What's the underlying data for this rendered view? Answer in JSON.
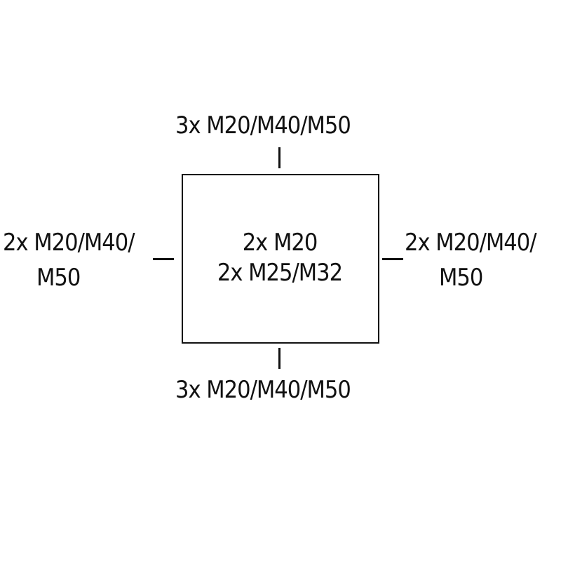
{
  "top": "3x M20/M40/M50",
  "bottom": "3x M20/M40/M50",
  "left": {
    "line1": "2x M20/M40/",
    "line2": "M50"
  },
  "right": {
    "line1": "2x M20/M40/",
    "line2": "M50"
  },
  "center": {
    "line1": "2x M20",
    "line2": "2x M25/M32"
  }
}
